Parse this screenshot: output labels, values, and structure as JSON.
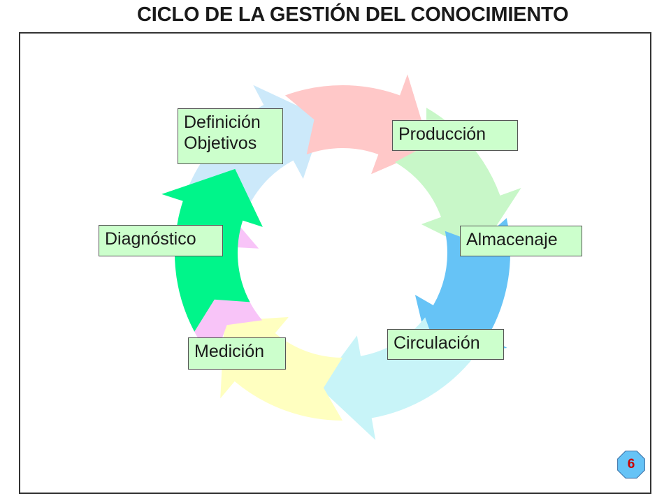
{
  "title": "CICLO DE LA GESTIÓN DEL CONOCIMIENTO",
  "stages": [
    {
      "line1": "Definición",
      "line2": "Objetivos",
      "arrow_color": "#cce9fa"
    },
    {
      "line1": "Producción",
      "line2": "",
      "arrow_color": "#ffc8c8"
    },
    {
      "line1": "Almacenaje",
      "line2": "",
      "arrow_color": "#c8f7c8"
    },
    {
      "line1": "Circulación",
      "line2": "",
      "arrow_color": "#66c3f6"
    },
    {
      "line1": "Medición",
      "line2": "",
      "arrow_color": "#c8f4f8"
    },
    {
      "line1": "Diagnóstico",
      "line2": "",
      "arrow_color": "#ffffc0"
    }
  ],
  "extra_arrows": [
    {
      "name": "pink",
      "color": "#f8c4f8"
    },
    {
      "name": "green",
      "color": "#00f58a"
    }
  ],
  "label_box_color": "#ccffcc",
  "page_badge": {
    "number": "6",
    "color": "#66c3f6",
    "text_color": "#cc0000"
  }
}
